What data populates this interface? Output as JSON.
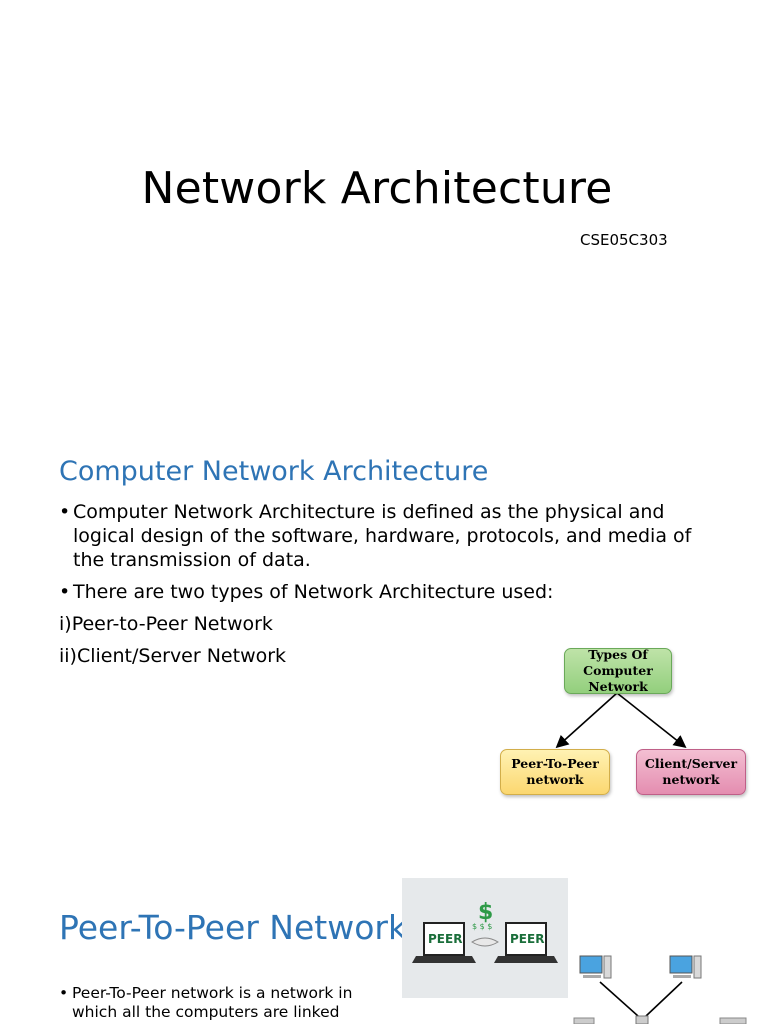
{
  "slide1": {
    "title": "Network Architecture",
    "subtitle": "CSE05C303"
  },
  "slide2": {
    "title": "Computer Network Architecture",
    "bullets": [
      "Computer Network Architecture is defined as the physical and logical design of the software, hardware, protocols, and media of the transmission of data.",
      "There are two types of  Network Architecture used:"
    ],
    "types": [
      "i)Peer-to-Peer Network",
      "ii)Client/Server Network"
    ],
    "diagram": {
      "root_line1": "Types Of",
      "root_line2": "Computer Network",
      "left_line1": "Peer-To-Peer",
      "left_line2": "network",
      "right_line1": "Client/Server",
      "right_line2": "network"
    }
  },
  "slide3": {
    "title": "Peer-To-Peer Network",
    "bullet_text": "Peer-To-Peer network is a network in which all the computers are linked",
    "image": {
      "left_label": "PEER",
      "right_label": "PEER",
      "symbol": "$",
      "small_symbols": "$ $ $"
    }
  },
  "colors": {
    "heading_blue": "#2e74b5",
    "root_node": "#93cf7d",
    "p2p_node": "#fbd770",
    "cs_node": "#e48db0",
    "money_green": "#2e9a47"
  }
}
